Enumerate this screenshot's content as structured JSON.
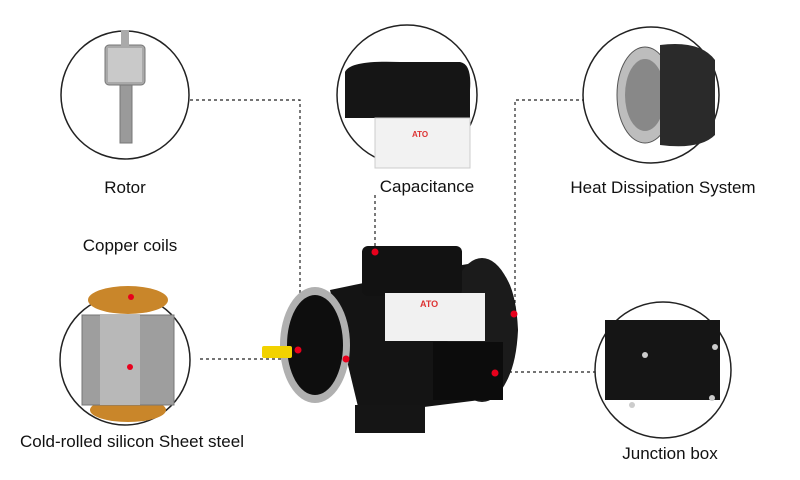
{
  "labels": {
    "rotor": "Rotor",
    "capacitance": "Capacitance",
    "heat": "Heat Dissipation System",
    "copper": "Copper coils",
    "steel": "Cold-rolled silicon Sheet steel",
    "junction": "Junction box"
  },
  "motor": {
    "brand": "ATO"
  },
  "colors": {
    "dot": "#e8001c",
    "motor": "#111111",
    "shaft": "#f2d200",
    "line": "#222222"
  }
}
